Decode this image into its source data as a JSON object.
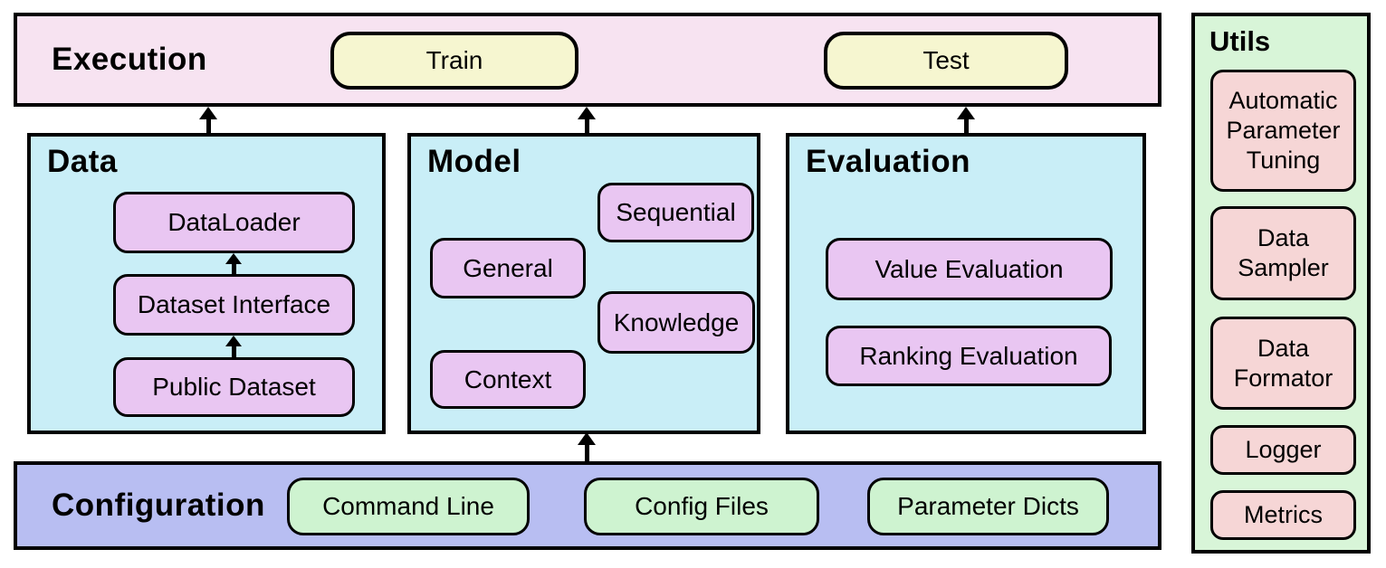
{
  "execution": {
    "title": "Execution",
    "train_label": "Train",
    "test_label": "Test"
  },
  "sections": {
    "data": {
      "title": "Data",
      "items": {
        "dataloader": "DataLoader",
        "dataset_interface": "Dataset Interface",
        "public_dataset": "Public Dataset"
      }
    },
    "model": {
      "title": "Model",
      "items": {
        "sequential": "Sequential",
        "general": "General",
        "knowledge": "Knowledge",
        "context": "Context"
      }
    },
    "evaluation": {
      "title": "Evaluation",
      "items": {
        "value_evaluation": "Value Evaluation",
        "ranking_evaluation": "Ranking Evaluation"
      }
    }
  },
  "configuration": {
    "title": "Configuration",
    "items": {
      "command_line": "Command Line",
      "config_files": "Config Files",
      "parameter_dicts": "Parameter Dicts"
    }
  },
  "utils": {
    "title": "Utils",
    "items": {
      "automatic_parameter_tuning": "Automatic Parameter Tuning",
      "data_sampler": "Data Sampler",
      "data_formator": "Data Formator",
      "logger": "Logger",
      "metrics": "Metrics"
    }
  },
  "colors": {
    "execution_bg": "#f7e3f1",
    "action_bg": "#f6f6d0",
    "section_bg": "#c9eef7",
    "component_bg": "#e9c6f2",
    "configuration_bg": "#b8bef2",
    "config_item_bg": "#cef3d0",
    "utils_bg": "#d8f5d8",
    "utils_item_bg": "#f6d6d6",
    "border": "#000000"
  }
}
